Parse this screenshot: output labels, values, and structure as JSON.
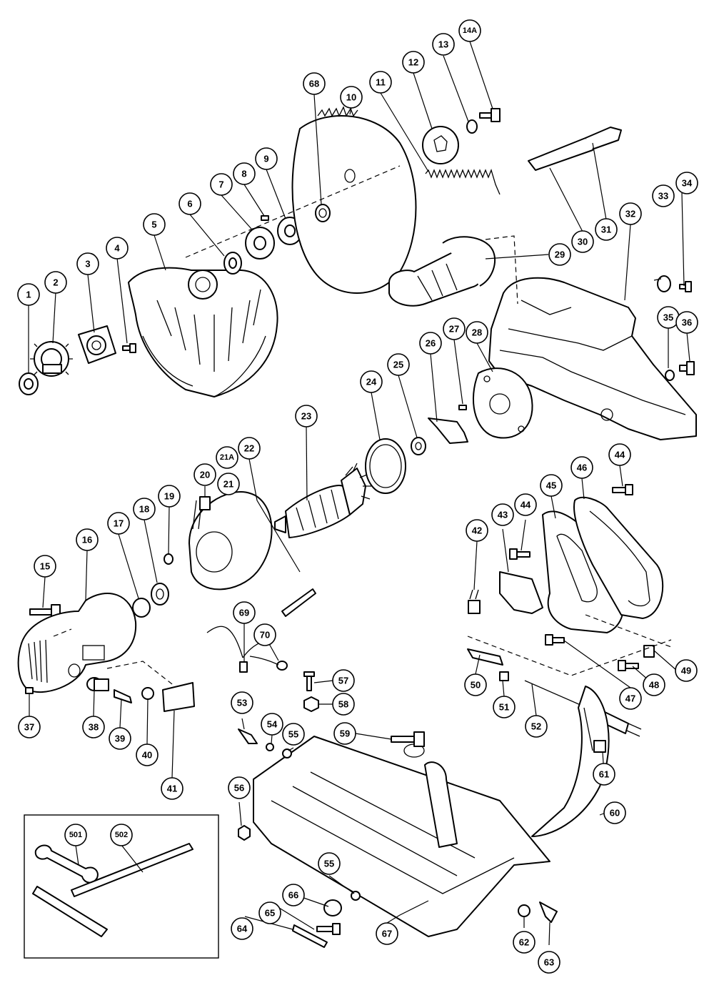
{
  "diagram": {
    "callouts": [
      {
        "id": "c1",
        "label": "1"
      },
      {
        "id": "c2",
        "label": "2"
      },
      {
        "id": "c3",
        "label": "3"
      },
      {
        "id": "c4",
        "label": "4"
      },
      {
        "id": "c5",
        "label": "5"
      },
      {
        "id": "c6",
        "label": "6"
      },
      {
        "id": "c7",
        "label": "7"
      },
      {
        "id": "c8",
        "label": "8"
      },
      {
        "id": "c9",
        "label": "9"
      },
      {
        "id": "c10",
        "label": "10"
      },
      {
        "id": "c11",
        "label": "11"
      },
      {
        "id": "c12",
        "label": "12"
      },
      {
        "id": "c13",
        "label": "13"
      },
      {
        "id": "c14a",
        "label": "14A"
      },
      {
        "id": "c15",
        "label": "15"
      },
      {
        "id": "c16",
        "label": "16"
      },
      {
        "id": "c17",
        "label": "17"
      },
      {
        "id": "c18",
        "label": "18"
      },
      {
        "id": "c19",
        "label": "19"
      },
      {
        "id": "c20",
        "label": "20"
      },
      {
        "id": "c21",
        "label": "21"
      },
      {
        "id": "c21a",
        "label": "21A"
      },
      {
        "id": "c22",
        "label": "22"
      },
      {
        "id": "c23",
        "label": "23"
      },
      {
        "id": "c24",
        "label": "24"
      },
      {
        "id": "c25",
        "label": "25"
      },
      {
        "id": "c26",
        "label": "26"
      },
      {
        "id": "c27",
        "label": "27"
      },
      {
        "id": "c28",
        "label": "28"
      },
      {
        "id": "c29",
        "label": "29"
      },
      {
        "id": "c30",
        "label": "30"
      },
      {
        "id": "c31",
        "label": "31"
      },
      {
        "id": "c32",
        "label": "32"
      },
      {
        "id": "c33",
        "label": "33"
      },
      {
        "id": "c34",
        "label": "34"
      },
      {
        "id": "c35",
        "label": "35"
      },
      {
        "id": "c36",
        "label": "36"
      },
      {
        "id": "c37",
        "label": "37"
      },
      {
        "id": "c38",
        "label": "38"
      },
      {
        "id": "c39",
        "label": "39"
      },
      {
        "id": "c40",
        "label": "40"
      },
      {
        "id": "c41",
        "label": "41"
      },
      {
        "id": "c42",
        "label": "42"
      },
      {
        "id": "c43",
        "label": "43"
      },
      {
        "id": "c44a",
        "label": "44"
      },
      {
        "id": "c44b",
        "label": "44"
      },
      {
        "id": "c45",
        "label": "45"
      },
      {
        "id": "c46",
        "label": "46"
      },
      {
        "id": "c47",
        "label": "47"
      },
      {
        "id": "c48",
        "label": "48"
      },
      {
        "id": "c49",
        "label": "49"
      },
      {
        "id": "c50",
        "label": "50"
      },
      {
        "id": "c51",
        "label": "51"
      },
      {
        "id": "c52",
        "label": "52"
      },
      {
        "id": "c53",
        "label": "53"
      },
      {
        "id": "c54",
        "label": "54"
      },
      {
        "id": "c55a",
        "label": "55"
      },
      {
        "id": "c55b",
        "label": "55"
      },
      {
        "id": "c56",
        "label": "56"
      },
      {
        "id": "c57",
        "label": "57"
      },
      {
        "id": "c58",
        "label": "58"
      },
      {
        "id": "c59",
        "label": "59"
      },
      {
        "id": "c60",
        "label": "60"
      },
      {
        "id": "c61",
        "label": "61"
      },
      {
        "id": "c62",
        "label": "62"
      },
      {
        "id": "c63",
        "label": "63"
      },
      {
        "id": "c64",
        "label": "64"
      },
      {
        "id": "c65",
        "label": "65"
      },
      {
        "id": "c66",
        "label": "66"
      },
      {
        "id": "c67",
        "label": "67"
      },
      {
        "id": "c68",
        "label": "68"
      },
      {
        "id": "c69",
        "label": "69"
      },
      {
        "id": "c70",
        "label": "70"
      },
      {
        "id": "c501",
        "label": "501"
      },
      {
        "id": "c502",
        "label": "502"
      }
    ]
  }
}
